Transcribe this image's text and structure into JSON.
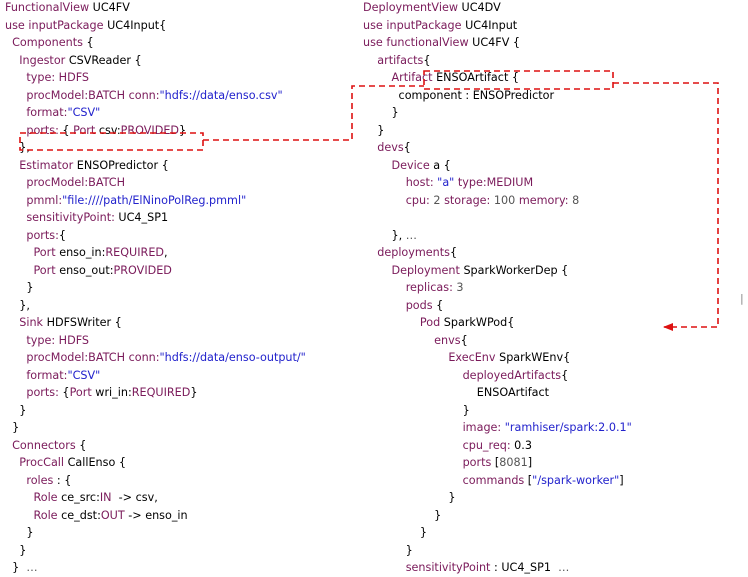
{
  "colors": {
    "keyword": "#7a1a5a",
    "string": "#2222cc",
    "number": "#555555",
    "plain": "#000000",
    "highlight": "#dd1111"
  },
  "left_code": [
    [
      {
        "t": "FunctionalView",
        "k": "kw"
      },
      {
        "t": " UC4FV",
        "k": "pl"
      }
    ],
    [
      {
        "t": "use",
        "k": "kw"
      },
      {
        "t": " ",
        "k": "pl"
      },
      {
        "t": "inputPackage",
        "k": "kw"
      },
      {
        "t": " UC4Input{",
        "k": "pl"
      }
    ],
    [
      {
        "t": "  ",
        "k": "pl"
      },
      {
        "t": "Components",
        "k": "kw"
      },
      {
        "t": " {",
        "k": "pl"
      }
    ],
    [
      {
        "t": "    ",
        "k": "pl"
      },
      {
        "t": "Ingestor",
        "k": "kw"
      },
      {
        "t": " CSVReader {",
        "k": "pl"
      }
    ],
    [
      {
        "t": "      ",
        "k": "pl"
      },
      {
        "t": "type:",
        "k": "kw"
      },
      {
        "t": " ",
        "k": "pl"
      },
      {
        "t": "HDFS",
        "k": "kw"
      }
    ],
    [
      {
        "t": "      ",
        "k": "pl"
      },
      {
        "t": "procModel:BATCH",
        "k": "kw"
      },
      {
        "t": " ",
        "k": "pl"
      },
      {
        "t": "conn:",
        "k": "kw"
      },
      {
        "t": "\"hdfs://data/enso.csv\"",
        "k": "str"
      }
    ],
    [
      {
        "t": "      ",
        "k": "pl"
      },
      {
        "t": "format:",
        "k": "kw"
      },
      {
        "t": "\"CSV\"",
        "k": "str"
      }
    ],
    [
      {
        "t": "      ",
        "k": "pl"
      },
      {
        "t": "ports:",
        "k": "kw"
      },
      {
        "t": " { ",
        "k": "pl"
      },
      {
        "t": "Port",
        "k": "kw"
      },
      {
        "t": " csv:",
        "k": "pl"
      },
      {
        "t": "PROVIDED",
        "k": "kw"
      },
      {
        "t": "}",
        "k": "pl"
      }
    ],
    [
      {
        "t": "    },",
        "k": "pl"
      }
    ],
    [
      {
        "t": "    ",
        "k": "pl"
      },
      {
        "t": "Estimator",
        "k": "kw"
      },
      {
        "t": " ENSOPredictor {",
        "k": "pl"
      }
    ],
    [
      {
        "t": "      ",
        "k": "pl"
      },
      {
        "t": "procModel:BATCH",
        "k": "kw"
      }
    ],
    [
      {
        "t": "      ",
        "k": "pl"
      },
      {
        "t": "pmml:",
        "k": "kw"
      },
      {
        "t": "\"file:////path/ElNinoPolReg.pmml\"",
        "k": "str"
      }
    ],
    [
      {
        "t": "      ",
        "k": "pl"
      },
      {
        "t": "sensitivityPoint:",
        "k": "kw"
      },
      {
        "t": " UC4_SP1",
        "k": "pl"
      }
    ],
    [
      {
        "t": "      ",
        "k": "pl"
      },
      {
        "t": "ports:",
        "k": "kw"
      },
      {
        "t": "{",
        "k": "pl"
      }
    ],
    [
      {
        "t": "        ",
        "k": "pl"
      },
      {
        "t": "Port",
        "k": "kw"
      },
      {
        "t": " enso_in:",
        "k": "pl"
      },
      {
        "t": "REQUIRED",
        "k": "kw"
      },
      {
        "t": ",",
        "k": "pl"
      }
    ],
    [
      {
        "t": "        ",
        "k": "pl"
      },
      {
        "t": "Port",
        "k": "kw"
      },
      {
        "t": " enso_out:",
        "k": "pl"
      },
      {
        "t": "PROVIDED",
        "k": "kw"
      }
    ],
    [
      {
        "t": "      }",
        "k": "pl"
      }
    ],
    [
      {
        "t": "    },",
        "k": "pl"
      }
    ],
    [
      {
        "t": "    ",
        "k": "pl"
      },
      {
        "t": "Sink",
        "k": "kw"
      },
      {
        "t": " HDFSWriter {",
        "k": "pl"
      }
    ],
    [
      {
        "t": "      ",
        "k": "pl"
      },
      {
        "t": "type:",
        "k": "kw"
      },
      {
        "t": " ",
        "k": "pl"
      },
      {
        "t": "HDFS",
        "k": "kw"
      }
    ],
    [
      {
        "t": "      ",
        "k": "pl"
      },
      {
        "t": "procModel:BATCH",
        "k": "kw"
      },
      {
        "t": " ",
        "k": "pl"
      },
      {
        "t": "conn:",
        "k": "kw"
      },
      {
        "t": "\"hdfs://data/enso-output/\"",
        "k": "str"
      }
    ],
    [
      {
        "t": "      ",
        "k": "pl"
      },
      {
        "t": "format:",
        "k": "kw"
      },
      {
        "t": "\"CSV\"",
        "k": "str"
      }
    ],
    [
      {
        "t": "      ",
        "k": "pl"
      },
      {
        "t": "ports:",
        "k": "kw"
      },
      {
        "t": " {",
        "k": "pl"
      },
      {
        "t": "Port",
        "k": "kw"
      },
      {
        "t": " wri_in:",
        "k": "pl"
      },
      {
        "t": "REQUIRED",
        "k": "kw"
      },
      {
        "t": "}",
        "k": "pl"
      }
    ],
    [
      {
        "t": "    }",
        "k": "pl"
      }
    ],
    [
      {
        "t": "  }",
        "k": "pl"
      }
    ],
    [
      {
        "t": "  ",
        "k": "pl"
      },
      {
        "t": "Connectors",
        "k": "kw"
      },
      {
        "t": " {",
        "k": "pl"
      }
    ],
    [
      {
        "t": "    ",
        "k": "pl"
      },
      {
        "t": "ProcCall",
        "k": "kw"
      },
      {
        "t": " CallEnso {",
        "k": "pl"
      }
    ],
    [
      {
        "t": "      ",
        "k": "pl"
      },
      {
        "t": "roles",
        "k": "kw"
      },
      {
        "t": " : {",
        "k": "pl"
      }
    ],
    [
      {
        "t": "        ",
        "k": "pl"
      },
      {
        "t": "Role",
        "k": "kw"
      },
      {
        "t": " ce_src:",
        "k": "pl"
      },
      {
        "t": "IN",
        "k": "kw"
      },
      {
        "t": "  -> csv,",
        "k": "pl"
      }
    ],
    [
      {
        "t": "        ",
        "k": "pl"
      },
      {
        "t": "Role",
        "k": "kw"
      },
      {
        "t": " ce_dst:",
        "k": "pl"
      },
      {
        "t": "OUT",
        "k": "kw"
      },
      {
        "t": " -> enso_in",
        "k": "pl"
      }
    ],
    [
      {
        "t": "      }",
        "k": "pl"
      }
    ],
    [
      {
        "t": "    }",
        "k": "pl"
      }
    ],
    [
      {
        "t": "  }  ",
        "k": "pl"
      },
      {
        "t": "…",
        "k": "num"
      }
    ]
  ],
  "right_code": [
    [
      {
        "t": "DeploymentView",
        "k": "kw"
      },
      {
        "t": " UC4DV",
        "k": "pl"
      }
    ],
    [
      {
        "t": "use",
        "k": "kw"
      },
      {
        "t": " ",
        "k": "pl"
      },
      {
        "t": "inputPackage",
        "k": "kw"
      },
      {
        "t": " UC4Input",
        "k": "pl"
      }
    ],
    [
      {
        "t": "use",
        "k": "kw"
      },
      {
        "t": " ",
        "k": "pl"
      },
      {
        "t": "functionalView",
        "k": "kw"
      },
      {
        "t": " UC4FV {",
        "k": "pl"
      }
    ],
    [
      {
        "t": "    ",
        "k": "pl"
      },
      {
        "t": "artifacts",
        "k": "kw"
      },
      {
        "t": "{",
        "k": "pl"
      }
    ],
    [
      {
        "t": "        ",
        "k": "pl"
      },
      {
        "t": "Artifact",
        "k": "kw"
      },
      {
        "t": " ENSOArtifact {",
        "k": "pl"
      }
    ],
    [
      {
        "t": "          component : ENSOPredictor",
        "k": "pl"
      }
    ],
    [
      {
        "t": "        }",
        "k": "pl"
      }
    ],
    [
      {
        "t": "    }",
        "k": "pl"
      }
    ],
    [
      {
        "t": "    ",
        "k": "pl"
      },
      {
        "t": "devs",
        "k": "kw"
      },
      {
        "t": "{",
        "k": "pl"
      }
    ],
    [
      {
        "t": "        ",
        "k": "pl"
      },
      {
        "t": "Device",
        "k": "kw"
      },
      {
        "t": " a {",
        "k": "pl"
      }
    ],
    [
      {
        "t": "            ",
        "k": "pl"
      },
      {
        "t": "host:",
        "k": "kw"
      },
      {
        "t": " ",
        "k": "pl"
      },
      {
        "t": "\"a\"",
        "k": "str"
      },
      {
        "t": " ",
        "k": "pl"
      },
      {
        "t": "type:MEDIUM",
        "k": "kw"
      }
    ],
    [
      {
        "t": "            ",
        "k": "pl"
      },
      {
        "t": "cpu:",
        "k": "kw"
      },
      {
        "t": " ",
        "k": "pl"
      },
      {
        "t": "2",
        "k": "num"
      },
      {
        "t": " ",
        "k": "pl"
      },
      {
        "t": "storage:",
        "k": "kw"
      },
      {
        "t": " ",
        "k": "pl"
      },
      {
        "t": "100",
        "k": "num"
      },
      {
        "t": " ",
        "k": "pl"
      },
      {
        "t": "memory:",
        "k": "kw"
      },
      {
        "t": " ",
        "k": "pl"
      },
      {
        "t": "8",
        "k": "num"
      }
    ],
    [
      {
        "t": "",
        "k": "pl"
      }
    ],
    [
      {
        "t": "        }, ",
        "k": "pl"
      },
      {
        "t": "…",
        "k": "num"
      }
    ],
    [
      {
        "t": "    ",
        "k": "pl"
      },
      {
        "t": "deployments",
        "k": "kw"
      },
      {
        "t": "{",
        "k": "pl"
      }
    ],
    [
      {
        "t": "        ",
        "k": "pl"
      },
      {
        "t": "Deployment",
        "k": "kw"
      },
      {
        "t": " SparkWorkerDep {",
        "k": "pl"
      }
    ],
    [
      {
        "t": "            ",
        "k": "pl"
      },
      {
        "t": "replicas:",
        "k": "kw"
      },
      {
        "t": " ",
        "k": "pl"
      },
      {
        "t": "3",
        "k": "num"
      }
    ],
    [
      {
        "t": "            ",
        "k": "pl"
      },
      {
        "t": "pods",
        "k": "kw"
      },
      {
        "t": " {",
        "k": "pl"
      }
    ],
    [
      {
        "t": "                ",
        "k": "pl"
      },
      {
        "t": "Pod",
        "k": "kw"
      },
      {
        "t": " SparkWPod{",
        "k": "pl"
      }
    ],
    [
      {
        "t": "                    ",
        "k": "pl"
      },
      {
        "t": "envs",
        "k": "kw"
      },
      {
        "t": "{",
        "k": "pl"
      }
    ],
    [
      {
        "t": "                        ",
        "k": "pl"
      },
      {
        "t": "ExecEnv",
        "k": "kw"
      },
      {
        "t": " SparkWEnv{",
        "k": "pl"
      }
    ],
    [
      {
        "t": "                            ",
        "k": "pl"
      },
      {
        "t": "deployedArtifacts",
        "k": "kw"
      },
      {
        "t": "{",
        "k": "pl"
      }
    ],
    [
      {
        "t": "                                ENSOArtifact",
        "k": "pl"
      }
    ],
    [
      {
        "t": "                            }",
        "k": "pl"
      }
    ],
    [
      {
        "t": "                            ",
        "k": "pl"
      },
      {
        "t": "image:",
        "k": "kw"
      },
      {
        "t": " ",
        "k": "pl"
      },
      {
        "t": "\"ramhiser/spark:2.0.1\"",
        "k": "str"
      }
    ],
    [
      {
        "t": "                            ",
        "k": "pl"
      },
      {
        "t": "cpu_req:",
        "k": "kw"
      },
      {
        "t": " 0.3",
        "k": "pl"
      }
    ],
    [
      {
        "t": "                            ",
        "k": "pl"
      },
      {
        "t": "ports",
        "k": "kw"
      },
      {
        "t": " [",
        "k": "pl"
      },
      {
        "t": "8081",
        "k": "num"
      },
      {
        "t": "]",
        "k": "pl"
      }
    ],
    [
      {
        "t": "                            ",
        "k": "pl"
      },
      {
        "t": "commands",
        "k": "kw"
      },
      {
        "t": " [",
        "k": "pl"
      },
      {
        "t": "\"/spark-worker\"",
        "k": "str"
      },
      {
        "t": "]",
        "k": "pl"
      }
    ],
    [
      {
        "t": "                        }",
        "k": "pl"
      }
    ],
    [
      {
        "t": "                    }",
        "k": "pl"
      }
    ],
    [
      {
        "t": "                }",
        "k": "pl"
      }
    ],
    [
      {
        "t": "            }",
        "k": "pl"
      }
    ],
    [
      {
        "t": "            ",
        "k": "pl"
      },
      {
        "t": "sensitivityPoint",
        "k": "kw"
      },
      {
        "t": " : UC4_SP1  ",
        "k": "pl"
      },
      {
        "t": "…",
        "k": "num"
      }
    ]
  ]
}
